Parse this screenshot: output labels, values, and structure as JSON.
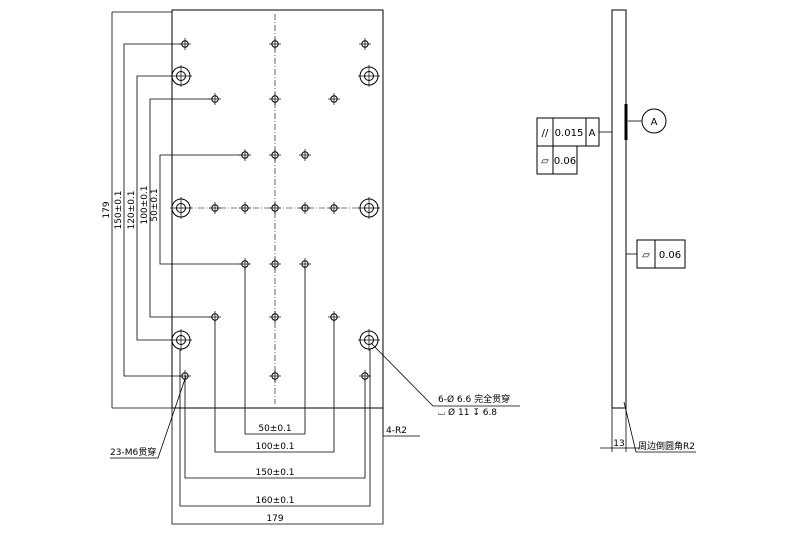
{
  "dimensions": {
    "bottom": [
      {
        "name": "dim-50",
        "text": "50±0.1"
      },
      {
        "name": "dim-100",
        "text": "100±0.1"
      },
      {
        "name": "dim-150",
        "text": "150±0.1"
      },
      {
        "name": "dim-160",
        "text": "160±0.1"
      },
      {
        "name": "dim-179",
        "text": "179"
      }
    ],
    "left": [
      {
        "name": "dim-179",
        "text": "179"
      },
      {
        "name": "dim-150",
        "text": "150±0.1"
      },
      {
        "name": "dim-120",
        "text": "120±0.1"
      },
      {
        "name": "dim-100",
        "text": "100±0.1"
      },
      {
        "name": "dim-50",
        "text": "50±0.1"
      }
    ],
    "thickness": "13"
  },
  "callouts": {
    "through_holes": "6-Ø 6.6 完全贯穿",
    "counterbore": "⌴ Ø 11 ↧ 6.8",
    "corner_radius": "4-R2",
    "tapped_holes": "23-M6贯穿",
    "edge_fillet": "周边倒圆角R2"
  },
  "tolerances": {
    "parallelism": {
      "symbol": "//",
      "value": "0.015",
      "datum": "A"
    },
    "flatness_top": {
      "symbol": "▱",
      "value": "0.06"
    },
    "flatness_side": {
      "symbol": "▱",
      "value": "0.06"
    },
    "datum_label": "A"
  }
}
